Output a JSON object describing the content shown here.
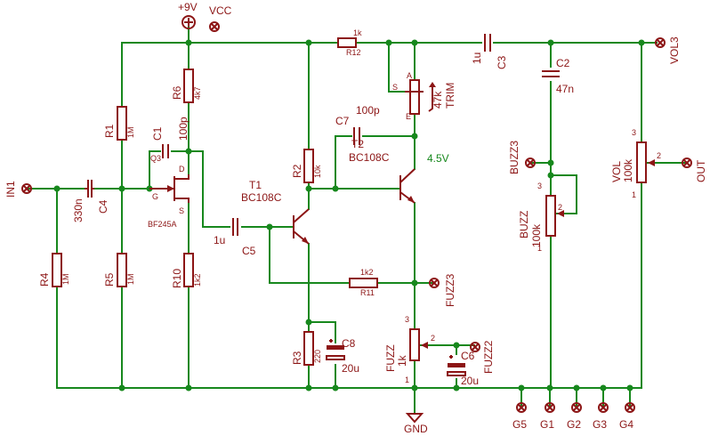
{
  "labels": {
    "plus9v": "+9V",
    "vcc": "VCC",
    "gnd": "GND",
    "in1": "IN1",
    "out": "OUT",
    "vol3": "VOL3",
    "buzz3": "BUZZ3",
    "fuzz3": "FUZZ3",
    "fuzz2": "FUZZ2",
    "g5": "G5",
    "g1": "G1",
    "g2": "G2",
    "g3": "G3",
    "g4": "G4",
    "r1": "R1",
    "r1v": "1M",
    "r4": "R4",
    "r4v": "1M",
    "r5": "R5",
    "r5v": "1M",
    "r6": "R6",
    "r6v": "4k7",
    "r10": "R10",
    "r10v": "1k2",
    "r2": "R2",
    "r2v": "10k",
    "r3": "R3",
    "r3v": "220",
    "r11": "R11",
    "r11v": "1k2",
    "r12": "R12",
    "r12v": "1k",
    "c1": "C1",
    "c1v": "100p",
    "c2": "C2",
    "c2v": "47n",
    "c3": "C3",
    "c3v": "1u",
    "c4": "C4",
    "c4v": "330n",
    "c5": "C5",
    "c5v": "1u",
    "c6": "C6",
    "c6v": "20u",
    "c7": "C7",
    "c7v": "100p",
    "c8": "C8",
    "c8v": "20u",
    "q3": "Q3",
    "q3type": "BF245A",
    "q3d": "D",
    "q3g": "G",
    "q3s": "S",
    "t1": "T1",
    "t1type": "BC108C",
    "t2": "T2",
    "t2type": "BC108C",
    "volt": "4.5V",
    "trim": "TRIM",
    "trimv": "47k",
    "trimS": "S",
    "trimA": "A",
    "trimE": "E",
    "buzz": "BUZZ",
    "buzzv": "100k",
    "fuzz": "FUZZ",
    "fuzzv": "1k",
    "vol": "VOL",
    "volv": "100k",
    "pin1": "1",
    "pin2": "2",
    "pin3": "3"
  }
}
